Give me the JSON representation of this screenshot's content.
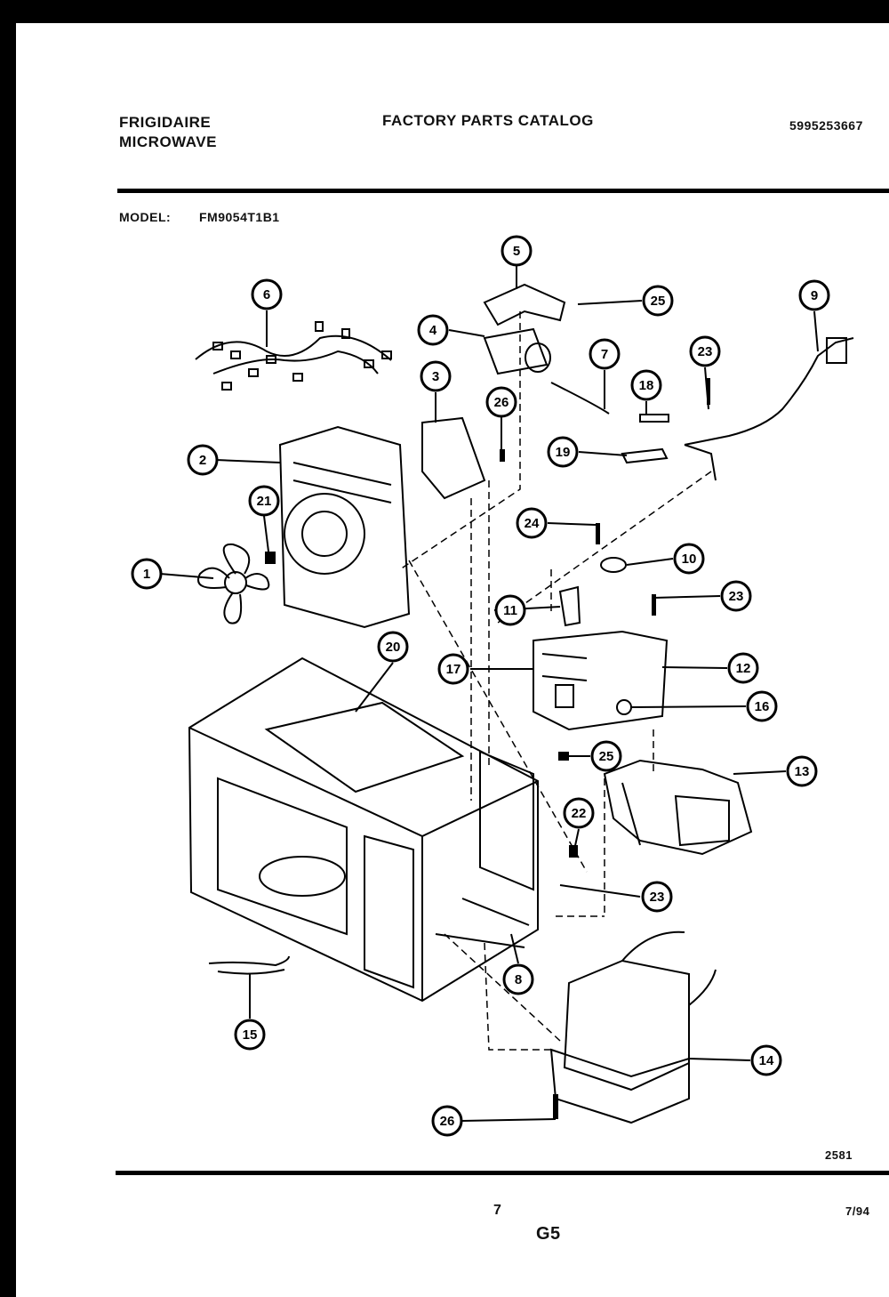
{
  "header": {
    "brand": "FRIGIDAIRE",
    "product": "MICROWAVE",
    "catalog_title": "FACTORY PARTS CATALOG",
    "part_number": "5995253667",
    "model_label": "MODEL:",
    "model_value": "FM9054T1B1"
  },
  "footer": {
    "figure_number": "2581",
    "page_number": "7",
    "date": "7/94",
    "section": "G5"
  },
  "callouts": [
    "1",
    "2",
    "3",
    "4",
    "5",
    "6",
    "7",
    "8",
    "9",
    "10",
    "11",
    "12",
    "13",
    "14",
    "15",
    "16",
    "17",
    "18",
    "19",
    "20",
    "21",
    "22",
    "23",
    "23",
    "23",
    "24",
    "25",
    "25",
    "26",
    "26"
  ]
}
